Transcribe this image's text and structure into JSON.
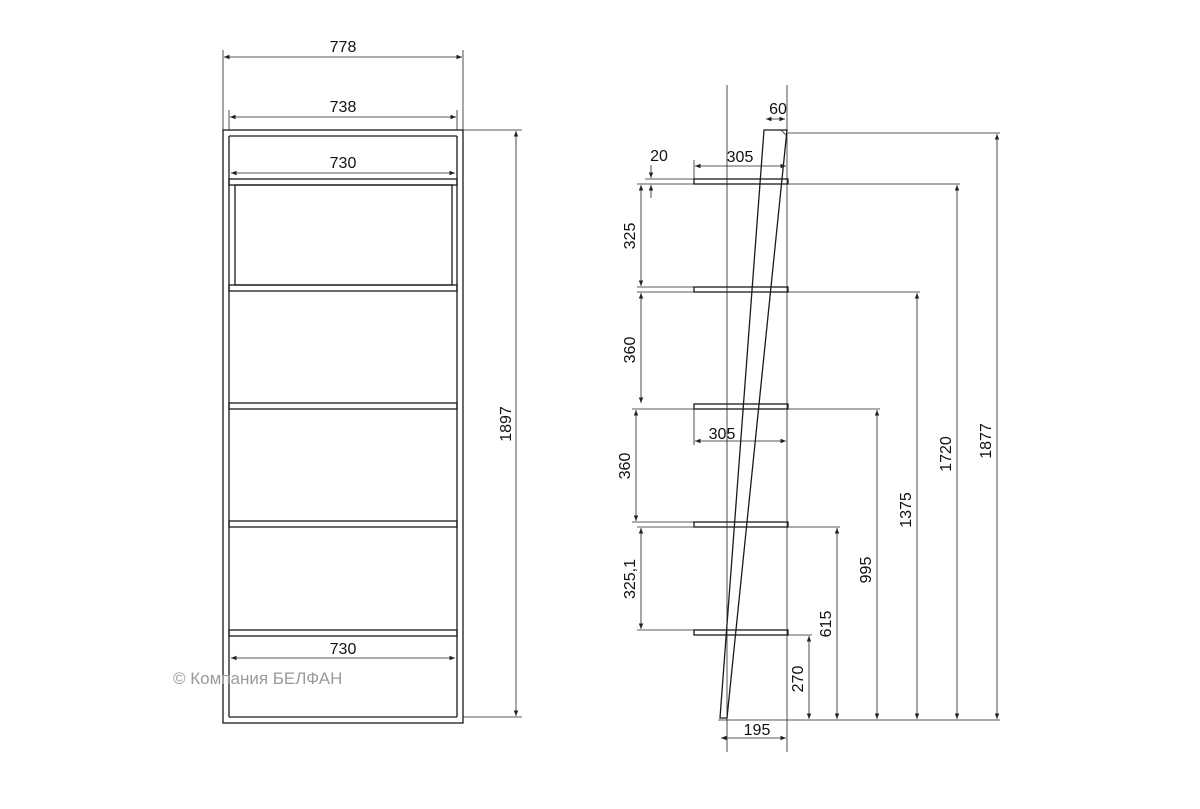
{
  "copyright": "© Компания БЕЛФАН",
  "front_view": {
    "overall_width": "778",
    "inner_width": "738",
    "top_shelf_width": "730",
    "bottom_shelf_width": "730",
    "overall_height": "1897"
  },
  "side_view": {
    "rail_width": "60",
    "shelf_depth_top": "305",
    "shelf_depth_mid": "305",
    "top_offset": "20",
    "spacing_1": "325",
    "spacing_2": "360",
    "spacing_3": "360",
    "spacing_4": "325,1",
    "height_shelf_5": "270",
    "height_shelf_4": "615",
    "height_shelf_3": "995",
    "height_shelf_2": "1375",
    "height_shelf_1": "1720",
    "height_total": "1877",
    "base_depth": "195"
  }
}
